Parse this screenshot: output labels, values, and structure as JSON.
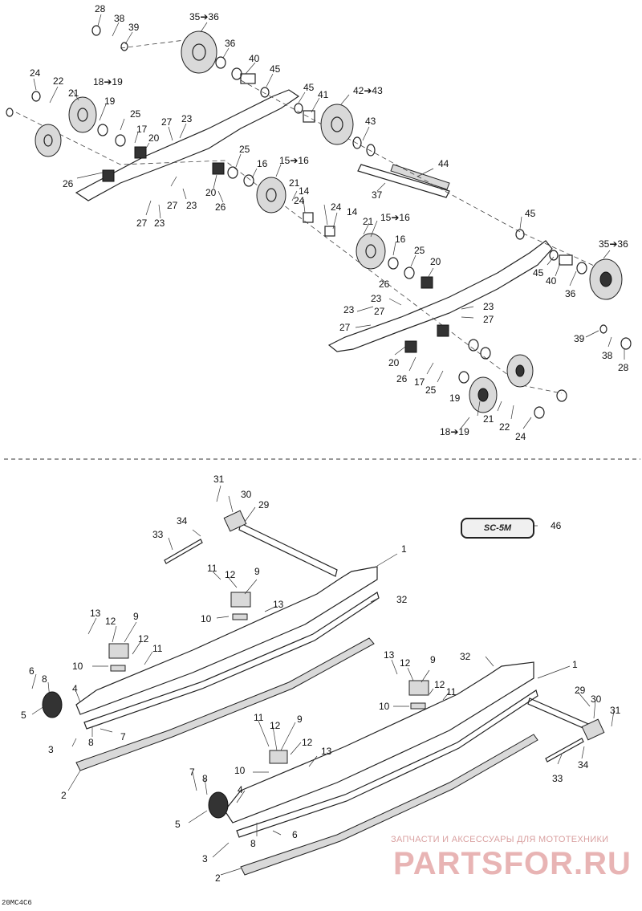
{
  "callouts_upper": [
    {
      "id": "c28a",
      "text": "28"
    },
    {
      "id": "c38a",
      "text": "38"
    },
    {
      "id": "c39a",
      "text": "39"
    },
    {
      "id": "c3536a",
      "text": "35➔36"
    },
    {
      "id": "c36a",
      "text": "36"
    },
    {
      "id": "c40a",
      "text": "40"
    },
    {
      "id": "c45a",
      "text": "45"
    },
    {
      "id": "c45b",
      "text": "45"
    },
    {
      "id": "c41",
      "text": "41"
    },
    {
      "id": "c4243",
      "text": "42➔43"
    },
    {
      "id": "c43",
      "text": "43"
    },
    {
      "id": "c44",
      "text": "44"
    },
    {
      "id": "c37",
      "text": "37"
    },
    {
      "id": "c24a",
      "text": "24"
    },
    {
      "id": "c22a",
      "text": "22"
    },
    {
      "id": "c21a",
      "text": "21"
    },
    {
      "id": "c1819a",
      "text": "18➔19"
    },
    {
      "id": "c19a",
      "text": "19"
    },
    {
      "id": "c25a",
      "text": "25"
    },
    {
      "id": "c17a",
      "text": "17"
    },
    {
      "id": "c20a",
      "text": "20"
    },
    {
      "id": "c27a",
      "text": "27"
    },
    {
      "id": "c23a",
      "text": "23"
    },
    {
      "id": "c26a",
      "text": "26"
    },
    {
      "id": "c27b",
      "text": "27"
    },
    {
      "id": "c23b",
      "text": "23"
    },
    {
      "id": "c27c",
      "text": "27"
    },
    {
      "id": "c23c",
      "text": "23"
    },
    {
      "id": "c20b",
      "text": "20"
    },
    {
      "id": "c26b",
      "text": "26"
    },
    {
      "id": "c25b",
      "text": "25"
    },
    {
      "id": "c16a",
      "text": "16"
    },
    {
      "id": "c1516a",
      "text": "15➔16"
    },
    {
      "id": "c21b",
      "text": "21"
    },
    {
      "id": "c14a",
      "text": "14"
    },
    {
      "id": "c24b",
      "text": "24"
    },
    {
      "id": "c24c",
      "text": "24"
    },
    {
      "id": "c14b",
      "text": "14"
    },
    {
      "id": "c21c",
      "text": "21"
    },
    {
      "id": "c1516b",
      "text": "15➔16"
    },
    {
      "id": "c16b",
      "text": "16"
    },
    {
      "id": "c25c",
      "text": "25"
    },
    {
      "id": "c20c",
      "text": "20"
    },
    {
      "id": "c26c",
      "text": "26"
    },
    {
      "id": "c45c",
      "text": "45"
    },
    {
      "id": "c3536b",
      "text": "35➔36"
    },
    {
      "id": "c45d",
      "text": "45"
    },
    {
      "id": "c40b",
      "text": "40"
    },
    {
      "id": "c36b",
      "text": "36"
    },
    {
      "id": "c23d",
      "text": "23"
    },
    {
      "id": "c27d",
      "text": "27"
    },
    {
      "id": "c23e",
      "text": "23"
    },
    {
      "id": "c27e",
      "text": "27"
    },
    {
      "id": "c23f",
      "text": "23"
    },
    {
      "id": "c27f",
      "text": "27"
    },
    {
      "id": "c39b",
      "text": "39"
    },
    {
      "id": "c38b",
      "text": "38"
    },
    {
      "id": "c28b",
      "text": "28"
    },
    {
      "id": "c20d",
      "text": "20"
    },
    {
      "id": "c26d",
      "text": "26"
    },
    {
      "id": "c17b",
      "text": "17"
    },
    {
      "id": "c25d",
      "text": "25"
    },
    {
      "id": "c19b",
      "text": "19"
    },
    {
      "id": "c21d",
      "text": "21"
    },
    {
      "id": "c22b",
      "text": "22"
    },
    {
      "id": "c24d",
      "text": "24"
    },
    {
      "id": "c1819b",
      "text": "18➔19"
    }
  ],
  "callouts_lower": [
    {
      "id": "l31a",
      "text": "31"
    },
    {
      "id": "l30a",
      "text": "30"
    },
    {
      "id": "l29a",
      "text": "29"
    },
    {
      "id": "l34a",
      "text": "34"
    },
    {
      "id": "l33a",
      "text": "33"
    },
    {
      "id": "l46",
      "text": "46"
    },
    {
      "id": "l1a",
      "text": "1"
    },
    {
      "id": "l11a",
      "text": "11"
    },
    {
      "id": "l12a",
      "text": "12"
    },
    {
      "id": "l9a",
      "text": "9"
    },
    {
      "id": "l32a",
      "text": "32"
    },
    {
      "id": "l13a",
      "text": "13"
    },
    {
      "id": "l10a",
      "text": "10"
    },
    {
      "id": "l13b",
      "text": "13"
    },
    {
      "id": "l12b",
      "text": "12"
    },
    {
      "id": "l9b",
      "text": "9"
    },
    {
      "id": "l12c",
      "text": "12"
    },
    {
      "id": "l11b",
      "text": "11"
    },
    {
      "id": "l10b",
      "text": "10"
    },
    {
      "id": "l6a",
      "text": "6"
    },
    {
      "id": "l8a",
      "text": "8"
    },
    {
      "id": "l4a",
      "text": "4"
    },
    {
      "id": "l5a",
      "text": "5"
    },
    {
      "id": "l8b",
      "text": "8"
    },
    {
      "id": "l7a",
      "text": "7"
    },
    {
      "id": "l3a",
      "text": "3"
    },
    {
      "id": "l2a",
      "text": "2"
    },
    {
      "id": "l1b",
      "text": "1"
    },
    {
      "id": "l32b",
      "text": "32"
    },
    {
      "id": "l13c",
      "text": "13"
    },
    {
      "id": "l12d",
      "text": "12"
    },
    {
      "id": "l9c",
      "text": "9"
    },
    {
      "id": "l12e",
      "text": "12"
    },
    {
      "id": "l11c",
      "text": "11"
    },
    {
      "id": "l10c",
      "text": "10"
    },
    {
      "id": "l29b",
      "text": "29"
    },
    {
      "id": "l30b",
      "text": "30"
    },
    {
      "id": "l31b",
      "text": "31"
    },
    {
      "id": "l34b",
      "text": "34"
    },
    {
      "id": "l33b",
      "text": "33"
    },
    {
      "id": "l11d",
      "text": "11"
    },
    {
      "id": "l12f",
      "text": "12"
    },
    {
      "id": "l9d",
      "text": "9"
    },
    {
      "id": "l12g",
      "text": "12"
    },
    {
      "id": "l13d",
      "text": "13"
    },
    {
      "id": "l10d",
      "text": "10"
    },
    {
      "id": "l7b",
      "text": "7"
    },
    {
      "id": "l8c",
      "text": "8"
    },
    {
      "id": "l4b",
      "text": "4"
    },
    {
      "id": "l5b",
      "text": "5"
    },
    {
      "id": "l8d",
      "text": "8"
    },
    {
      "id": "l6b",
      "text": "6"
    },
    {
      "id": "l3b",
      "text": "3"
    },
    {
      "id": "l2b",
      "text": "2"
    }
  ],
  "badge_text": "SC-5M",
  "drawing_code": "20MC4C6",
  "watermark": {
    "line": "ЗАПЧАСТИ И АКСЕССУАРЫ ДЛЯ МОТОТЕХНИКИ",
    "logo": "PARTSFOR.RU"
  }
}
